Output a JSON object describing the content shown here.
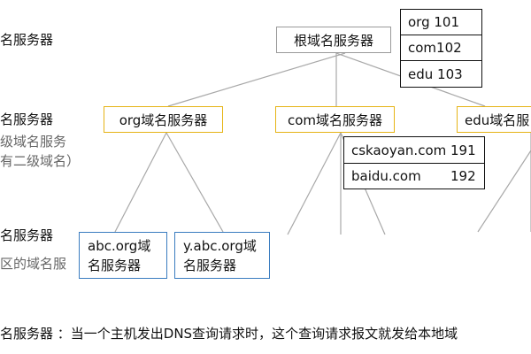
{
  "left_labels": {
    "root_label": "名服务器",
    "tld_label": "名服务器",
    "tld_note_1": "级域名服务",
    "tld_note_2": "有二级域名）",
    "auth_label": "名服务器",
    "auth_note": "区的域名服"
  },
  "root_server": "根域名服务器",
  "root_table": [
    {
      "text": "org 101"
    },
    {
      "text": "com102"
    },
    {
      "text": "edu 103"
    }
  ],
  "tld_servers": {
    "org": "org域名服务器",
    "com": "com域名服务器",
    "edu": "edu域名服"
  },
  "com_table": [
    {
      "domain": "cskaoyan.com",
      "ip": "191"
    },
    {
      "domain": "baidu.com",
      "ip": "192"
    }
  ],
  "second_level": {
    "abc_line1": "abc.org域",
    "abc_line2": "名服务器",
    "yabc_line1": "y.abc.org域",
    "yabc_line2": "名服务器"
  },
  "bottom_text": "名服务器 ：当一个主机发出DNS查询请求时，这个查询请求报文就发给本地域"
}
